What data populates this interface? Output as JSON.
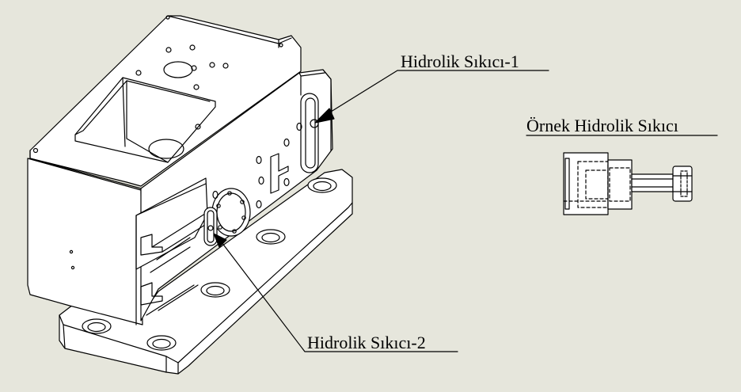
{
  "background": "#e6e6dc",
  "line_color": "#000000",
  "annotations": {
    "clamp_1": "Hidrolik Sıkıcı-1",
    "clamp_2": "Hidrolik Sıkıcı-2",
    "example": "Örnek Hidrolik Sıkıcı"
  }
}
